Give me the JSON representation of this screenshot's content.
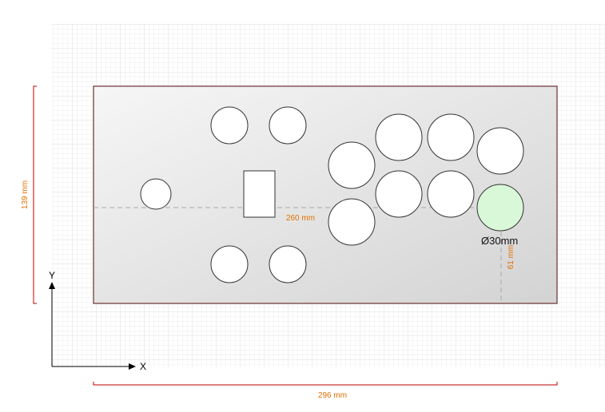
{
  "dimensions": {
    "width_label": "296 mm",
    "height_label": "139 mm",
    "horizontal_offset_label": "260 mm",
    "vertical_offset_label": "61 mm",
    "selected_diameter_label": "Ø30mm"
  },
  "axes": {
    "x_label": "X",
    "y_label": "Y"
  },
  "colors": {
    "dimension_frame": "#c00000",
    "dimension_text": "#e07000",
    "panel_border": "#6b2f2f",
    "hole_border": "#333333",
    "selected_fill": "#d8f8d8",
    "guide": "#aaaaaa",
    "axis": "#000000"
  }
}
